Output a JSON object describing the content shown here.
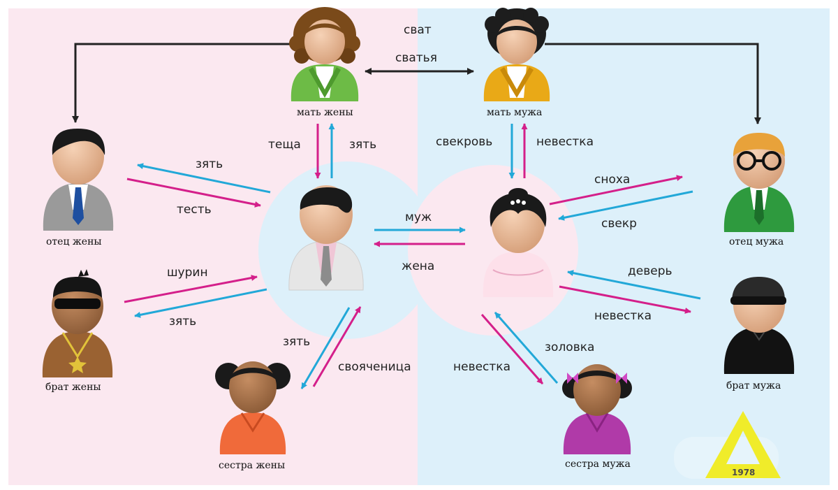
{
  "persons": {
    "wife_mother": "мать жены",
    "husband_mother": "мать мужа",
    "wife_father": "отец жены",
    "wife_brother": "брат жены",
    "wife_sister": "сестра жены",
    "husband_father": "отец мужа",
    "husband_brother": "брат мужа",
    "husband_sister": "сестра мужа"
  },
  "relations": {
    "svat": "сват",
    "svatya": "сватья",
    "teshcha": "теща",
    "zyat_top": "зять",
    "svekrov": "свекровь",
    "nevestka_top": "невестка",
    "zyat_left": "зять",
    "test": "тесть",
    "muzh": "муж",
    "zhena": "жена",
    "snokha": "сноха",
    "svekr": "свекр",
    "shurin": "шурин",
    "zyat_brother": "зять",
    "dever": "деверь",
    "nevestka_brother": "невестка",
    "zyat_sister": "зять",
    "svoyachenitsa": "свояченица",
    "nevestka_sister": "невестка",
    "zolovka": "золовка"
  },
  "logo": {
    "text": "1978"
  },
  "colors": {
    "wife_side_bg": "#fbe8f0",
    "husband_side_bg": "#ddf0fa",
    "arrow_magenta": "#d41f8a",
    "arrow_cyan": "#22a8d8",
    "arrow_black": "#222222",
    "logo_yellow": "#f0ec2a"
  }
}
